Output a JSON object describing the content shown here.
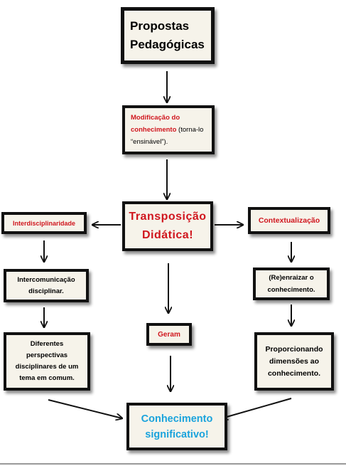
{
  "diagram": {
    "root": "Propostas Pedagógicas",
    "modification": {
      "highlight": "Modificação do conhecimento",
      "rest": " (torna-lo “ensinável”)."
    },
    "center": "Transposição Didática!",
    "left_branch": {
      "title": "Interdisciplinaridade",
      "step1": "Intercomunicação disciplinar.",
      "step2": "Diferentes perspectivas disciplinares de um tema em comum."
    },
    "middle_branch": {
      "title": "Geram"
    },
    "right_branch": {
      "title": "Contextualização",
      "step1": "(Re)enraizar o conhecimento.",
      "step2": "Proporcionando dimensões ao conhecimento."
    },
    "result": "Conhecimento significativo!"
  },
  "colors": {
    "highlight": "#d0161e",
    "result": "#1aa3dc",
    "box_fill": "#f6f3ea",
    "border": "#111111"
  }
}
